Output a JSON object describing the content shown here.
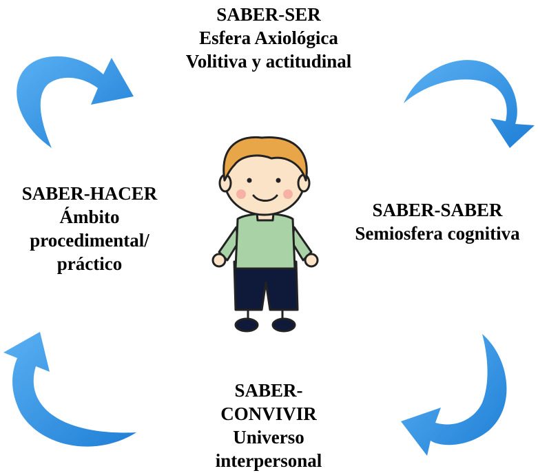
{
  "diagram": {
    "top": {
      "line1": "SABER-SER",
      "line2": "Esfera Axiológica",
      "line3": "Volitiva y actitudinal"
    },
    "right": {
      "line1": "SABER-SABER",
      "line2": "Semiosfera cognitiva"
    },
    "left": {
      "line1": "SABER-HACER",
      "line2": "Ámbito",
      "line3": "procedimental/",
      "line4": "práctico"
    },
    "bottom": {
      "line1": "SABER-",
      "line2": "CONVIVIR",
      "line3": "Universo",
      "line4": "interpersonal"
    }
  },
  "colors": {
    "arrow_light": "#4aa3ee",
    "arrow_dark": "#1f7fd6",
    "skin": "#fbe3c8",
    "hair": "#e8a648",
    "shirt": "#a9d3a6",
    "shorts": "#0f1a3a",
    "outline": "#222222"
  },
  "icons": [
    "circular-arrow-icon",
    "child-figure-icon"
  ]
}
